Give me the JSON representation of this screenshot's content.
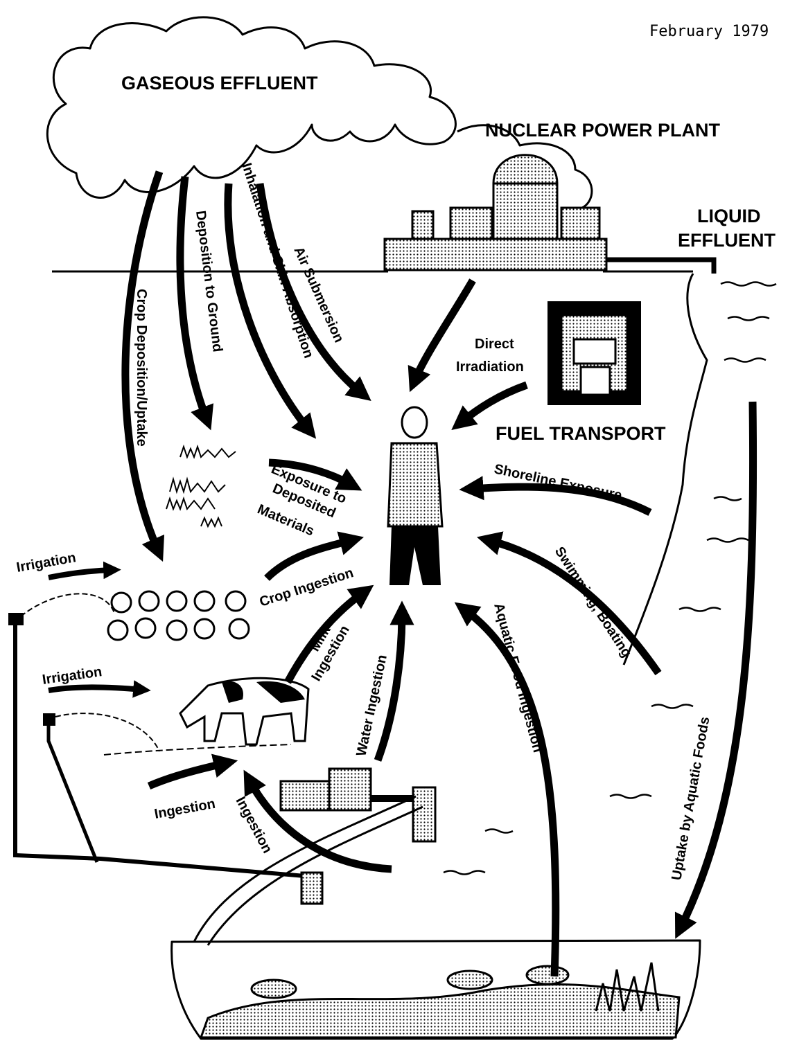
{
  "date": "February 1979",
  "sources": {
    "gaseous_effluent": "GASEOUS EFFLUENT",
    "nuclear_power_plant": "NUCLEAR POWER PLANT",
    "liquid_effluent_line1": "LIQUID",
    "liquid_effluent_line2": "EFFLUENT",
    "fuel_transport": "FUEL TRANSPORT"
  },
  "pathways": {
    "crop_deposition": "Crop Deposition/Uptake",
    "deposition_to_ground": "Deposition to Ground",
    "inhalation": "Inhalation and Skin Absorption",
    "air_submersion": "Air Submersion",
    "direct_irradiation_line1": "Direct",
    "direct_irradiation_line2": "Irradiation",
    "exposure_line1": "Exposure to",
    "exposure_line2": "Deposited",
    "exposure_line3": "Materials",
    "shoreline_exposure": "Shoreline Exposure",
    "swimming_boating": "Swimming, Boating",
    "irrigation_upper": "Irrigation",
    "irrigation_lower": "Irrigation",
    "crop_ingestion": "Crop Ingestion",
    "milk_ingestion_line1": "Milk",
    "milk_ingestion_line2": "Ingestion",
    "water_ingestion": "Water Ingestion",
    "aquatic_food_ingestion": "Aquatic Food Ingestion",
    "uptake_aquatic_foods": "Uptake by Aquatic Foods",
    "ingestion_left": "Ingestion",
    "ingestion_center": "Ingestion"
  }
}
